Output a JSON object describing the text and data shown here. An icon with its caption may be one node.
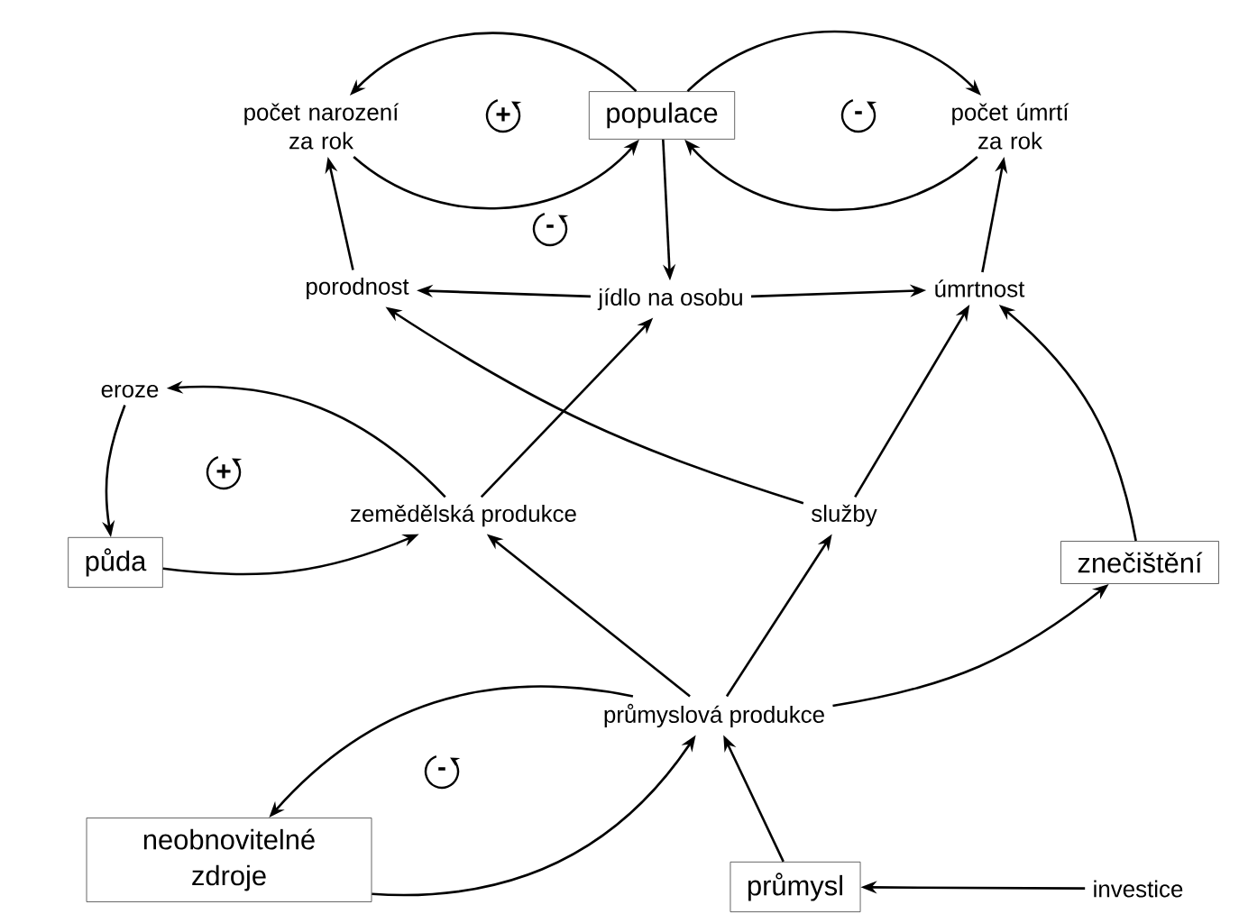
{
  "diagram": {
    "nodes": [
      {
        "text": [
          "počet narození za rok"
        ]
      },
      {
        "text": [
          "populace"
        ]
      },
      {
        "text": [
          "počet úmrtí za rok"
        ]
      },
      {
        "text": [
          "porodnost"
        ]
      },
      {
        "text": [
          "jídlo na osobu"
        ]
      },
      {
        "text": [
          "úmrtnost"
        ]
      },
      {
        "text": [
          "eroze"
        ]
      },
      {
        "text": [
          "zemědělská produkce"
        ]
      },
      {
        "text": [
          "služby"
        ]
      },
      {
        "text": [
          "půda"
        ]
      },
      {
        "text": [
          "znečištění"
        ]
      },
      {
        "text": [
          "průmyslová produkce"
        ]
      },
      {
        "text": [
          "neobnovitelné zdroje"
        ]
      },
      {
        "text": [
          "průmysl"
        ]
      },
      {
        "text": [
          "investice"
        ]
      }
    ],
    "edges": [
      {
        "from": 1,
        "to": 0,
        "arrow": "to"
      },
      {
        "from": 0,
        "to": 1,
        "arrow": "to"
      },
      {
        "from": 1,
        "to": 2,
        "arrow": "to"
      },
      {
        "from": 2,
        "to": 1,
        "arrow": "to"
      },
      {
        "from": 1,
        "to": 4,
        "arrow": "to"
      },
      {
        "from": 4,
        "to": 3,
        "arrow": "to"
      },
      {
        "from": 4,
        "to": 5,
        "arrow": "to"
      },
      {
        "from": 3,
        "to": 0,
        "arrow": "to"
      },
      {
        "from": 5,
        "to": 2,
        "arrow": "to"
      },
      {
        "from": 8,
        "to": 3,
        "arrow": "to"
      },
      {
        "from": 7,
        "to": 4,
        "arrow": "to"
      },
      {
        "from": 8,
        "to": 5,
        "arrow": "to"
      },
      {
        "from": 10,
        "to": 5,
        "arrow": "to"
      },
      {
        "from": 7,
        "to": 6,
        "arrow": "to"
      },
      {
        "from": 6,
        "to": 9,
        "arrow": "to"
      },
      {
        "from": 9,
        "to": 7,
        "arrow": "to"
      },
      {
        "from": 11,
        "to": 7,
        "arrow": "to"
      },
      {
        "from": 11,
        "to": 8,
        "arrow": "to"
      },
      {
        "from": 11,
        "to": 10,
        "arrow": "to"
      },
      {
        "from": 11,
        "to": 12,
        "arrow": "to"
      },
      {
        "from": 12,
        "to": 11,
        "arrow": "to"
      },
      {
        "from": 13,
        "to": 11,
        "arrow": "to"
      },
      {
        "from": 14,
        "to": 13,
        "arrow": "to"
      }
    ],
    "labels": [
      "+",
      "-",
      "-",
      "+",
      "-"
    ]
  }
}
